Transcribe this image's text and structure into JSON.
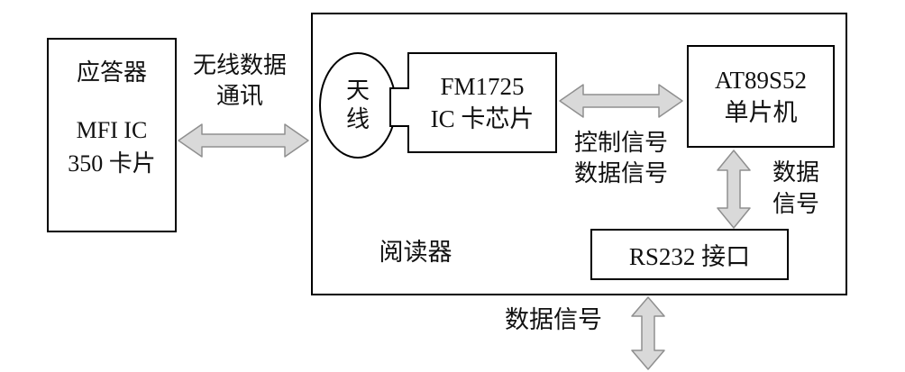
{
  "colors": {
    "arrow_fill": "#d9d9d9",
    "arrow_stroke": "#8f8f8f",
    "box_border": "#000000",
    "text": "#111111",
    "background": "#ffffff"
  },
  "transponder": {
    "title": "应答器",
    "model_line1": "MFI IC",
    "model_line2": "350 卡片"
  },
  "wireless_link": {
    "label_line1": "无线数据",
    "label_line2": "通讯"
  },
  "reader": {
    "label": "阅读器",
    "antenna": {
      "label_line1": "天",
      "label_line2": "线"
    },
    "ic_chip": {
      "label_line1": "FM1725",
      "label_line2": "IC 卡芯片"
    },
    "chip_mcu_bus": {
      "label_line1": "控制信号",
      "label_line2": "数据信号"
    },
    "mcu": {
      "label_line1": "AT89S52",
      "label_line2": "单片机"
    },
    "mcu_rs232_bus": {
      "label_line1": "数据",
      "label_line2": "信号"
    },
    "rs232": {
      "label": "RS232 接口"
    }
  },
  "external_link": {
    "label": "数据信号"
  }
}
